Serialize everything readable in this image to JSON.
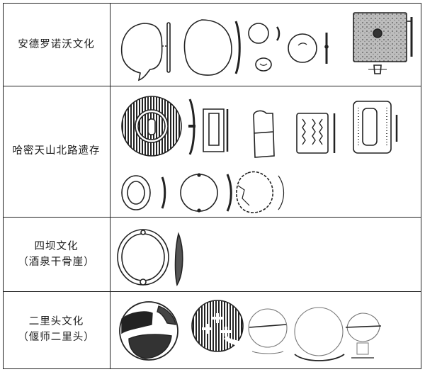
{
  "rows": [
    {
      "lines": [
        "安德罗诺沃文化"
      ]
    },
    {
      "lines": [
        "哈密天山北路遗存"
      ]
    },
    {
      "lines": [
        "四坝文化",
        "（酒泉干骨崖）"
      ]
    },
    {
      "lines": [
        "二里头文化",
        "（偃师二里头）"
      ]
    }
  ]
}
